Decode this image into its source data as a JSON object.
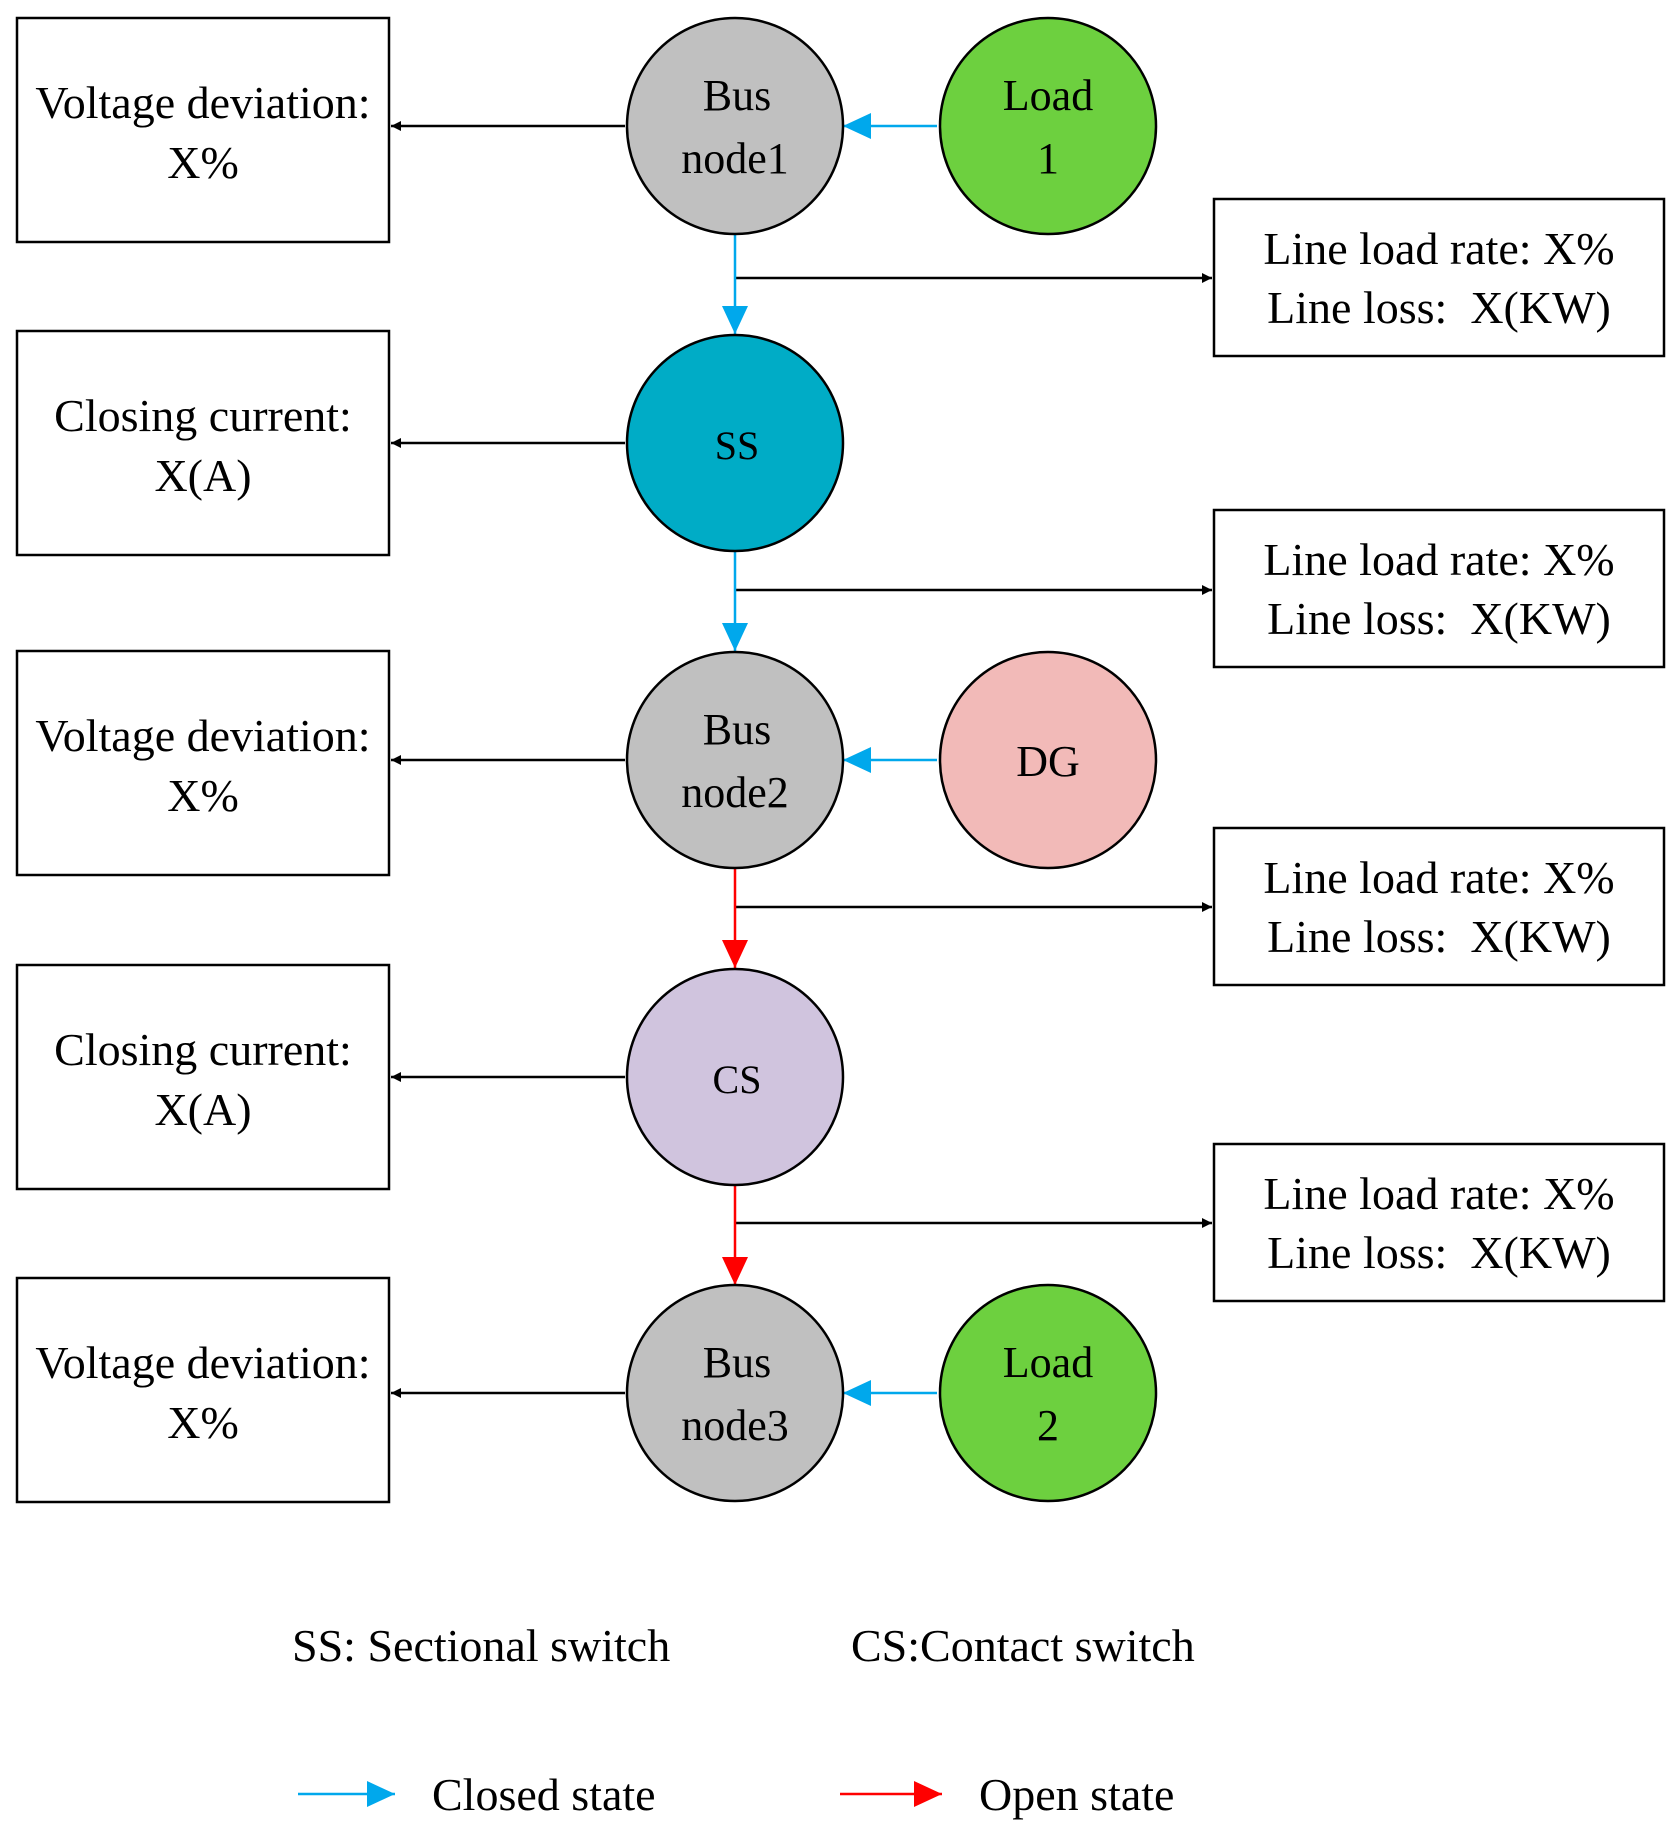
{
  "colors": {
    "bus": "#c0c0c0",
    "load": "#6dd03f",
    "ss": "#00acc6",
    "dg": "#f2bab8",
    "cs": "#d0c4de",
    "closed_arrow": "#00a8ec",
    "open_arrow": "#ff0000",
    "line": "#000000"
  },
  "left_boxes": [
    {
      "line1": "Voltage deviation:",
      "line2": "X%"
    },
    {
      "line1": "Closing current:",
      "line2": "X(A)"
    },
    {
      "line1": "Voltage deviation:",
      "line2": "X%"
    },
    {
      "line1": "Closing current:",
      "line2": "X(A)"
    },
    {
      "line1": "Voltage deviation:",
      "line2": "X%"
    }
  ],
  "center_nodes": [
    {
      "line1": "Bus",
      "line2": "node1",
      "kind": "bus"
    },
    {
      "line1": "SS",
      "line2": "",
      "kind": "ss"
    },
    {
      "line1": "Bus",
      "line2": "node2",
      "kind": "bus"
    },
    {
      "line1": "CS",
      "line2": "",
      "kind": "cs"
    },
    {
      "line1": "Bus",
      "line2": "node3",
      "kind": "bus"
    }
  ],
  "side_nodes": [
    {
      "line1": "Load",
      "line2": "1",
      "kind": "load"
    },
    {
      "line1": "DG",
      "line2": "",
      "kind": "dg"
    },
    {
      "line1": "Load",
      "line2": "2",
      "kind": "load"
    }
  ],
  "right_boxes": [
    {
      "line1": "Line load rate: X%",
      "line2": "Line loss:  X(KW)"
    },
    {
      "line1": "Line load rate: X%",
      "line2": "Line loss:  X(KW)"
    },
    {
      "line1": "Line load rate: X%",
      "line2": "Line loss:  X(KW)"
    },
    {
      "line1": "Line load rate: X%",
      "line2": "Line loss:  X(KW)"
    }
  ],
  "flow_states": [
    "closed",
    "closed",
    "open",
    "open"
  ],
  "legend": {
    "ss_def": "SS: Sectional switch",
    "cs_def": "CS:Contact switch",
    "closed_label": "Closed state",
    "open_label": "Open state"
  }
}
